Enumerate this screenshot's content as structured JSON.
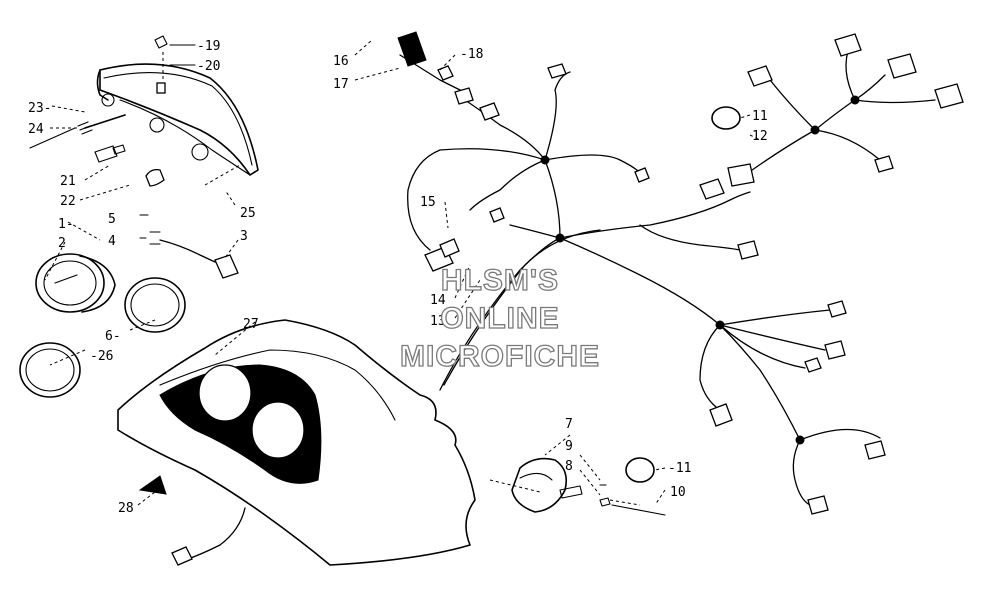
{
  "diagram": {
    "callouts": [
      {
        "id": "c19",
        "text": "-19"
      },
      {
        "id": "c20",
        "text": "-20"
      },
      {
        "id": "c23",
        "text": "23-"
      },
      {
        "id": "c24",
        "text": "24"
      },
      {
        "id": "c21",
        "text": "21"
      },
      {
        "id": "c22",
        "text": "22"
      },
      {
        "id": "c25",
        "text": "25"
      },
      {
        "id": "c1",
        "text": "1-"
      },
      {
        "id": "c2",
        "text": "2"
      },
      {
        "id": "c5",
        "text": "5"
      },
      {
        "id": "c4",
        "text": "4"
      },
      {
        "id": "c3",
        "text": "3"
      },
      {
        "id": "c6",
        "text": "6-"
      },
      {
        "id": "c26",
        "text": "-26"
      },
      {
        "id": "c27",
        "text": "27"
      },
      {
        "id": "c28",
        "text": "28"
      },
      {
        "id": "c16",
        "text": "16"
      },
      {
        "id": "c17",
        "text": "17"
      },
      {
        "id": "c18",
        "text": "-18"
      },
      {
        "id": "c11a",
        "text": "11"
      },
      {
        "id": "c12",
        "text": "12"
      },
      {
        "id": "c15",
        "text": "15"
      },
      {
        "id": "c14",
        "text": "14"
      },
      {
        "id": "c13",
        "text": "13"
      },
      {
        "id": "c7",
        "text": "7"
      },
      {
        "id": "c9",
        "text": "9"
      },
      {
        "id": "c8",
        "text": "8"
      },
      {
        "id": "c11b",
        "text": "-11"
      },
      {
        "id": "c10",
        "text": "10"
      }
    ],
    "watermark": [
      "HLSM'S",
      "ONLINE",
      "MICROFICHE"
    ]
  }
}
